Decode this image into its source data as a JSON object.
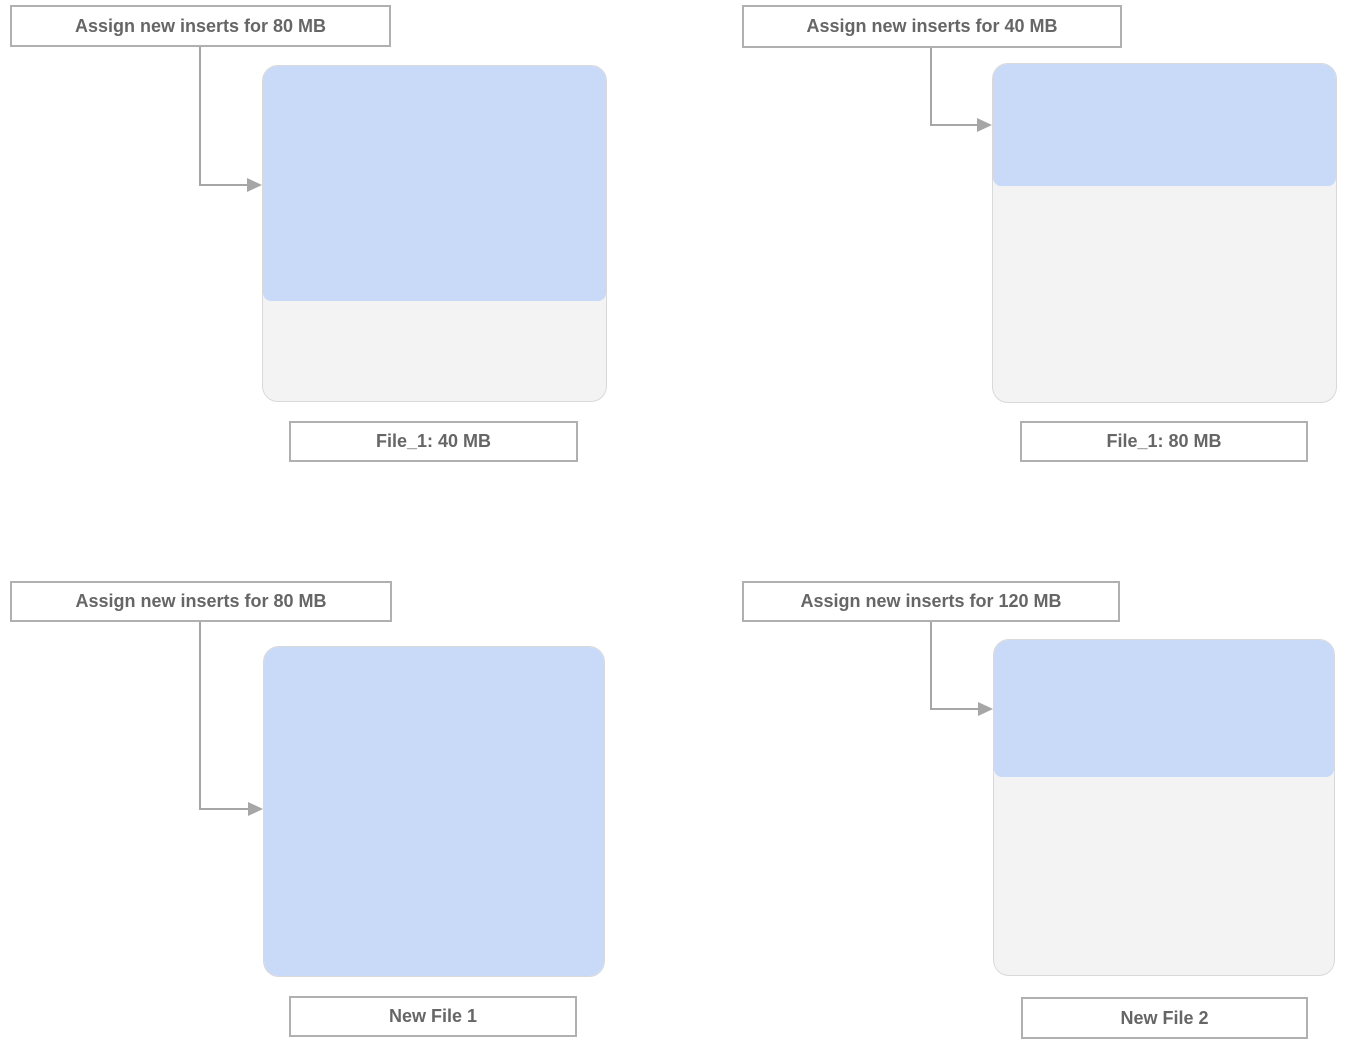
{
  "diagram": {
    "description": "Assigning new inserts to data files",
    "panels": [
      {
        "id": "top-left",
        "assign_label": "Assign new inserts for 80 MB",
        "file_label": "File_1: 40 MB",
        "insert_fill_percent": 70
      },
      {
        "id": "top-right",
        "assign_label": "Assign new inserts for 40 MB",
        "file_label": "File_1: 80 MB",
        "insert_fill_percent": 36
      },
      {
        "id": "bottom-left",
        "assign_label": "Assign new inserts for 80 MB",
        "file_label": "New File 1",
        "insert_fill_percent": 100
      },
      {
        "id": "bottom-right",
        "assign_label": "Assign new inserts for 120 MB",
        "file_label": "New File 2",
        "insert_fill_percent": 41
      }
    ],
    "colors": {
      "insert_fill": "#c9daf8",
      "file_background": "#f3f3f3",
      "file_border": "#d9d9d9",
      "label_border": "#b0b0b0",
      "arrow": "#a6a6a6",
      "text": "#666666"
    }
  }
}
